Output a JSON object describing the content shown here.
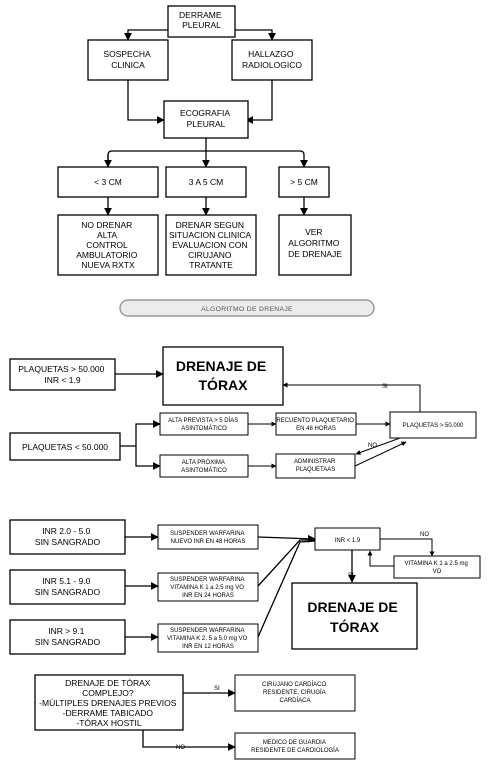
{
  "top": {
    "derrame": [
      "DERRAME",
      "PLEURAL"
    ],
    "sospecha": [
      "SOSPECHA",
      "CLINICA"
    ],
    "hallazgo": [
      "HALLAZGO",
      "RADIOLOGICO"
    ],
    "ecografia": [
      "ECOGRAFIA",
      "PLEURAL"
    ],
    "lt3": [
      "< 3 CM"
    ],
    "mid": [
      "3 A 5 CM"
    ],
    "gt5": [
      "> 5 CM"
    ],
    "no_drenar": [
      "NO DRENAR",
      "ALTA",
      "CONTROL",
      "AMBULATORIO",
      "NUEVA RXTX"
    ],
    "drenar_segun": [
      "DRENAR SEGUN",
      "SITUACION CLINICA",
      "EVALUACION CON",
      "CIRUJANO",
      "TRATANTE"
    ],
    "ver_algoritmo": [
      "VER",
      "ALGORITMO",
      "DE DRENAJE"
    ]
  },
  "section_title": "ALGORITMO DE DRENAJE",
  "platelets": {
    "high": [
      "PLAQUETAS > 50.000",
      "INR < 1.9"
    ],
    "drenaje": [
      "DRENAJE DE",
      "TÓRAX"
    ],
    "low": [
      "PLAQUETAS < 50.000"
    ],
    "alta_prevista": [
      "ALTA PREVISTA > 5 DÍAS",
      "ASINTOMÁTICO"
    ],
    "recuento": [
      "RECUENTO PLAQUETARIO",
      "EN 48 HORAS"
    ],
    "plaquetas_check": [
      "PLAQUETAS > 50.000"
    ],
    "alta_proxima": [
      "ALTA PRÓXIMA",
      "ASINTOMÁTICO"
    ],
    "administrar": [
      "ADMINISTRAR",
      "PLAQUETAAS"
    ],
    "si": "SI",
    "no": "NO"
  },
  "inr": {
    "inr1": [
      "INR  2.0 - 5.0",
      "SIN SANGRADO"
    ],
    "inr2": [
      "INR  5.1 -  9.0",
      "SIN SANGRADO"
    ],
    "inr3": [
      "INR > 9.1",
      "SIN SANGRADO"
    ],
    "warf1": [
      "SUSPENDER WARFARINA",
      "NUEVO INR EN 48 HORAS"
    ],
    "warf2": [
      "SUSPENDER WARFARINA",
      "VITAMINA K 1 a 2.5 mg VO",
      "INR EN 24 HORAS"
    ],
    "warf3": [
      "SUSPENDER WARFARINA",
      "VITAMINA K  2. 5 a 5.0 mg VO",
      "INR EN  12 HORAS"
    ],
    "inr_check": [
      "INR < 1.9"
    ],
    "vitk": [
      "VITAMINA K 1 a 2.5 mg",
      "VO"
    ],
    "drenaje": [
      "DRENAJE DE",
      "TÓRAX"
    ],
    "si": "SI",
    "no": "NO"
  },
  "complex": {
    "question": [
      "DRENAJE DE TÓRAX",
      "COMPLEJO?",
      "-MÚLTIPLES DRENAJES PREVIOS",
      "-DERRAME TABICADO",
      "-TÓRAX HOSTIL"
    ],
    "cirujano": [
      "CIRUJANO CARDÍACO",
      "RESIDENTE, CIRUGÍA",
      "CARDÍACA"
    ],
    "medico": [
      "MEDICO DE GUARDIA",
      "RESIDENTE DE CARDIOLOGÍA"
    ],
    "si": "SI",
    "no": "NO"
  }
}
